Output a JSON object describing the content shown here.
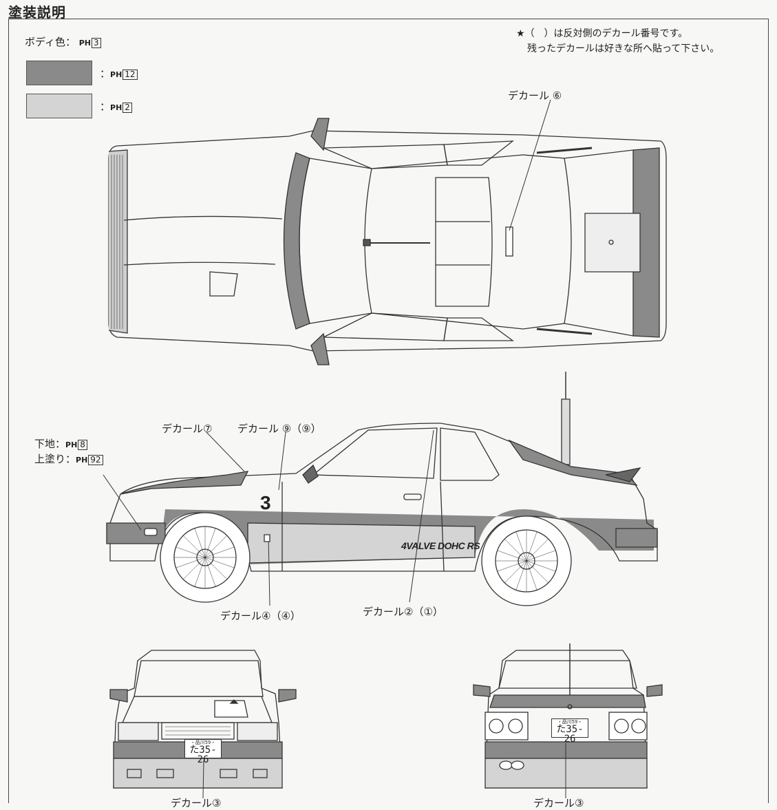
{
  "title": "塗装説明",
  "notes": {
    "line1": "★（　）は反対側のデカール番号です。",
    "line2": "残ったデカールは好きな所へ貼って下さい。"
  },
  "legend": {
    "body_label": "ボディ色：",
    "body_code": "3",
    "dark_code": "12",
    "light_code": "2",
    "ph_prefix": "PH",
    "colon": "："
  },
  "colors": {
    "dark": "#8a8a8a",
    "light": "#d4d4d4",
    "line": "#333333"
  },
  "decals": {
    "d6": "デカール ⑥",
    "d7": "デカール⑦",
    "d9": "デカール ⑨（⑨）",
    "d4": "デカール④（④）",
    "d2": "デカール②（①）",
    "d3_front": "デカール③",
    "d3_rear": "デカール③"
  },
  "mirror_paint": {
    "base_label": "下地：",
    "base_code": "8",
    "top_label": "上塗り：",
    "top_code": "92"
  },
  "side_marks": {
    "number": "3",
    "logo": "4VALVE DOHC RS"
  },
  "plate": {
    "top": "・品川59・",
    "main": "た35-26"
  }
}
